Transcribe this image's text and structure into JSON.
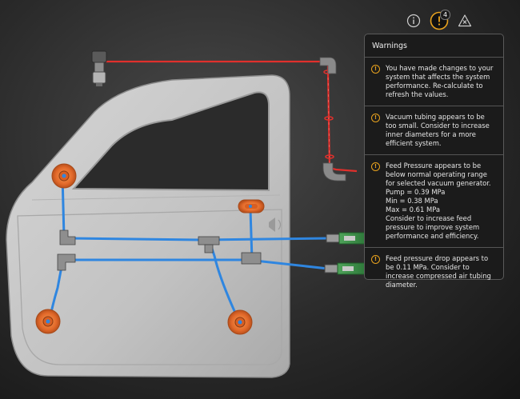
{
  "toolbar": {
    "info_icon": "info-circle-icon",
    "warnings_icon": "warning-circle-icon",
    "warnings_count": "4",
    "alert_icon": "alert-triangle-icon"
  },
  "warnings_panel": {
    "title": "Warnings",
    "items": [
      {
        "icon": "warning-circle-icon",
        "text": "You have made changes to your system that affects the system performance. Re-calculate to refresh the values."
      },
      {
        "icon": "warning-circle-icon",
        "text": "Vacuum tubing appears to be too small. Consider to increase inner diameters for a more efficient system."
      },
      {
        "icon": "warning-circle-icon",
        "text": "Feed Pressure appears to be below normal operating range for selected vacuum generator.\nPump = 0.39 MPa\nMin = 0.38 MPa\nMax = 0.61 MPa\nConsider to increase feed pressure to improve system performance and efficiency."
      },
      {
        "icon": "warning-circle-icon",
        "text": "Feed pressure drop appears to be 0.11 MPa. Consider to increase compressed air tubing diameter."
      }
    ]
  },
  "colors": {
    "vacuum_tube": "#2f86e0",
    "pressure_tube": "#e0302c",
    "suction_cup": "#e8742a",
    "warning": "#e8a21e",
    "door": "#c9c9c9"
  }
}
